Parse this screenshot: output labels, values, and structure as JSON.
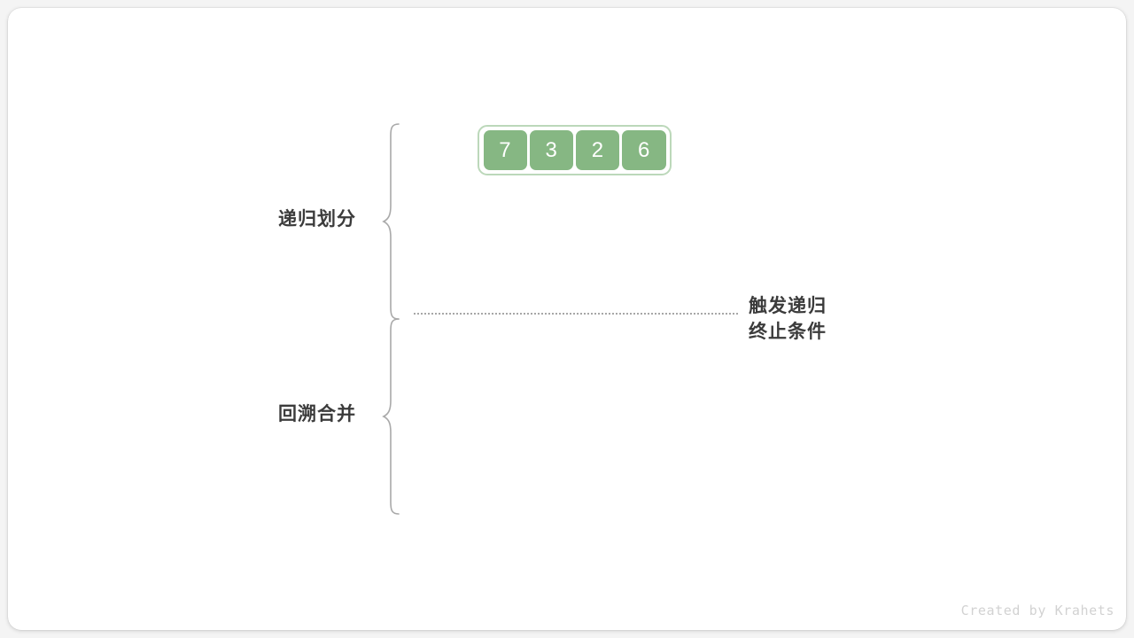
{
  "canvas": {
    "background_color": "#f4f4f4",
    "card_color": "#ffffff"
  },
  "diagram": {
    "title_hidden": "",
    "array": {
      "values": [
        "7",
        "3",
        "2",
        "6"
      ],
      "cell_color": "#86b783",
      "cell_text_color": "#ffffff",
      "container_border_color": "#bcd8ba"
    },
    "sections": [
      {
        "label": "递归划分",
        "brace": "curly-brace-left"
      },
      {
        "label": "回溯合并",
        "brace": "curly-brace-left"
      }
    ],
    "divider": {
      "style": "dotted",
      "color": "#8a8a8a"
    },
    "annotation": {
      "line1": "触发递归",
      "line2": "终止条件",
      "color": "#3b3b3b"
    }
  },
  "footer": {
    "credit": "Created by Krahets"
  }
}
